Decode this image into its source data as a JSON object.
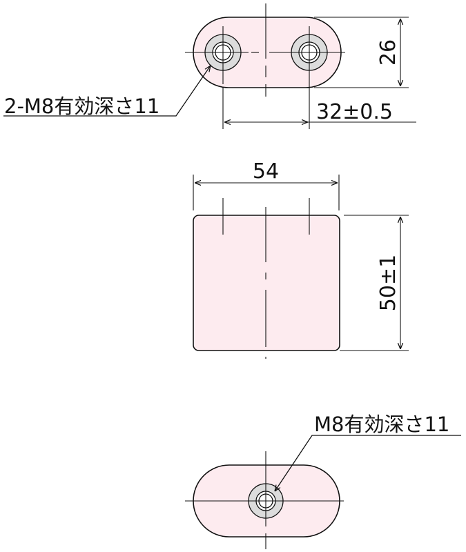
{
  "colors": {
    "body_fill": "#fdebef",
    "boss_fill": "#dcdcdc",
    "line": "#111111"
  },
  "top_view": {
    "callout": "2-M8有効深さ11",
    "dim_height": "26",
    "dim_pitch": "32±0.5"
  },
  "side_view": {
    "dim_width": "54",
    "dim_height": "50±1"
  },
  "bottom_view": {
    "callout": "M8有効深さ11"
  }
}
